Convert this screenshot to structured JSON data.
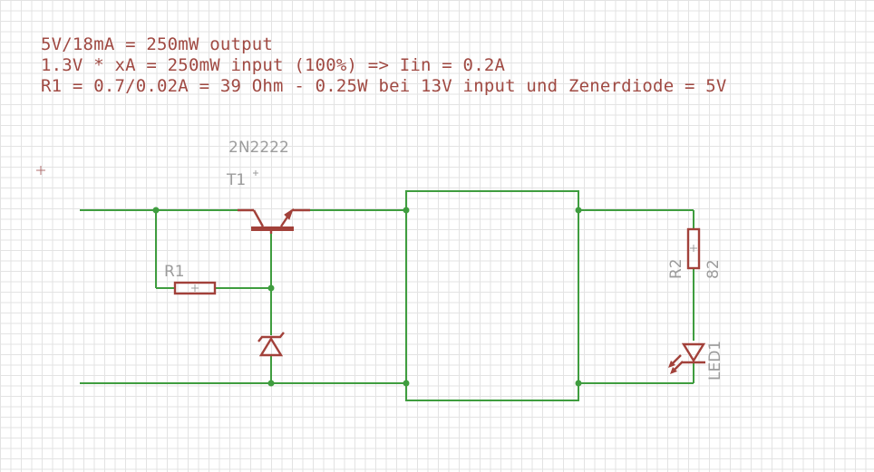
{
  "notes": {
    "line1": "5V/18mA = 250mW output",
    "line2": "1.3V * xA = 250mW input (100%) => Iin = 0.2A",
    "line3": "R1 = 0.7/0.02A = 39 Ohm - 0.25W bei 13V input und Zenerdiode = 5V"
  },
  "components": {
    "t1": {
      "name": "T1",
      "value": "2N2222"
    },
    "r1": {
      "name": "R1"
    },
    "r2": {
      "name": "R2",
      "value": "82"
    },
    "led1": {
      "name": "LED1"
    }
  },
  "colors": {
    "wire": "#3f9d3f",
    "component": "#a2413a",
    "label": "#9c9c9c",
    "note_text": "#a04a43"
  }
}
